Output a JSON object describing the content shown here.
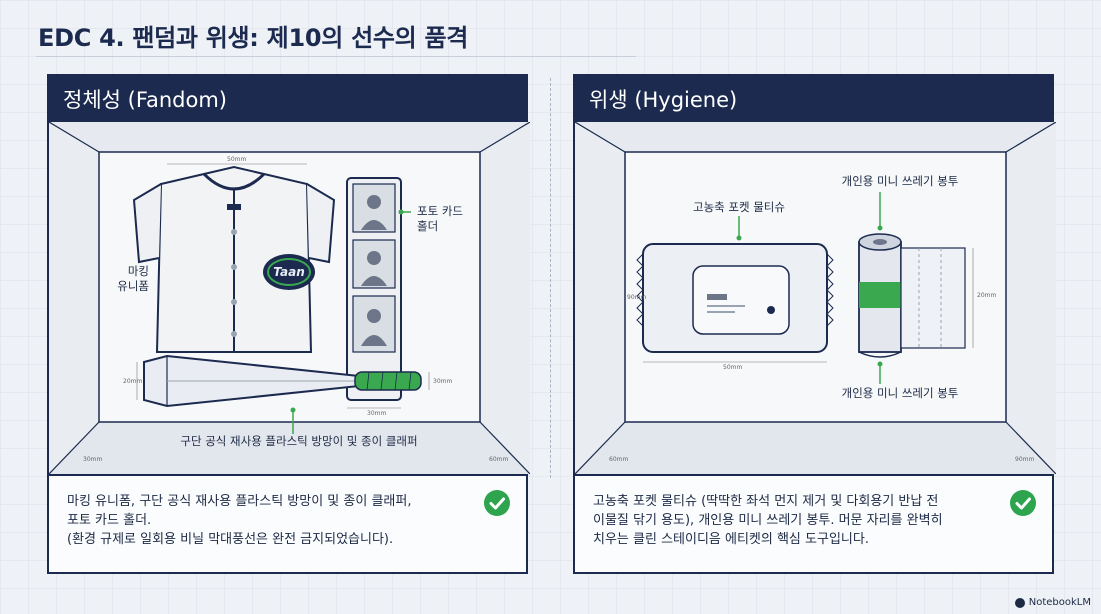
{
  "page": {
    "title": "EDC 4. 팬덤과 위생: 제10의 선수의 품격"
  },
  "fandom": {
    "header": "정체성 (Fandom)",
    "labels": {
      "jersey": "마킹\n유니폼",
      "photo_card_holder": "포토 카드\n홀더",
      "clappers": "구단 공식 재사용 플라스틱 방망이 및 종이 클래퍼"
    },
    "jersey_logo_text": "Taan",
    "dimensions": [
      "50mm",
      "30mm",
      "20mm",
      "30mm",
      "60mm",
      "30mm"
    ],
    "description": "마킹 유니폼, 구단 공식 재사용 플라스틱 방망이 및 종이 클래퍼,\n포토 카드 홀더.\n(환경 규제로 일회용 비닐 막대풍선은 완전 금지되었습니다)."
  },
  "hygiene": {
    "header": "위생 (Hygiene)",
    "labels": {
      "wet_wipes": "고농축 포켓 물티슈",
      "trash_bag_top": "개인용 미니 쓰레기 봉투",
      "trash_bag_bottom": "개인용 미니 쓰레기 봉투"
    },
    "dimensions": [
      "90mm",
      "50mm",
      "20mm",
      "60mm",
      "90mm"
    ],
    "description": "고농축 포켓 물티슈 (딱딱한 좌석 먼지 제거 및 다회용기 반납 전\n이물질 닦기 용도), 개인용 미니 쓰레기 봉투. 머문 자리를 완벽히\n치우는 클린 스테이디음 에티켓의 핵심 도구입니다."
  },
  "brand": "NotebookLM",
  "colors": {
    "navy": "#1b2a4e",
    "green": "#2ea44f",
    "grip_green": "#3aa84f"
  }
}
